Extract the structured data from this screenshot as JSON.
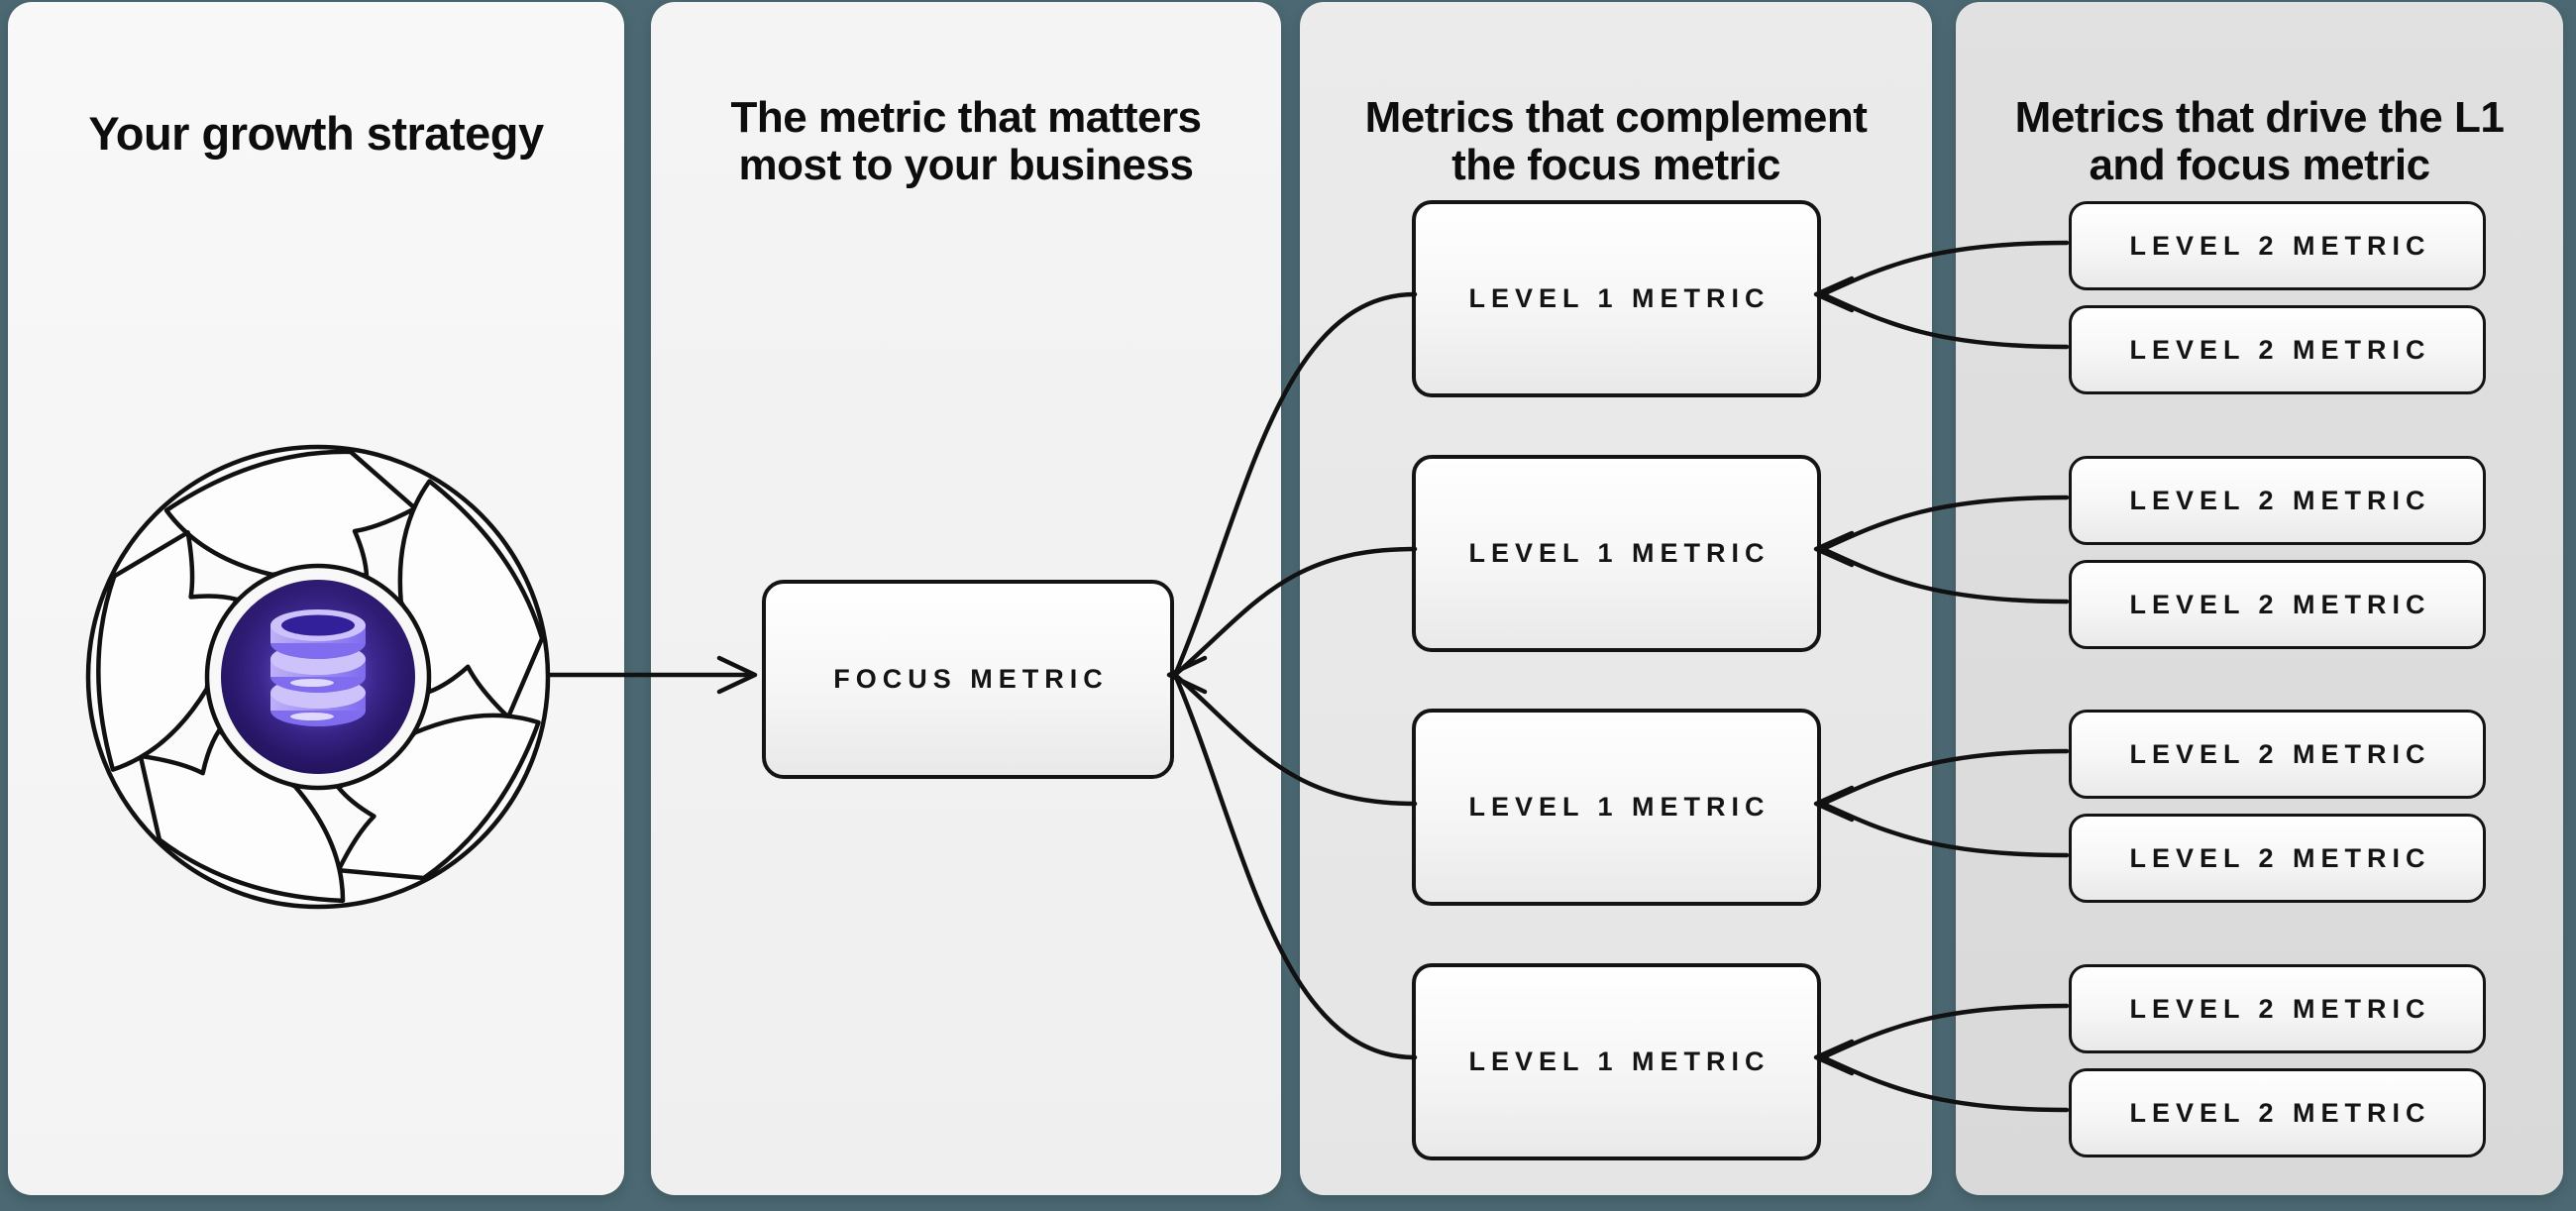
{
  "colors": {
    "background_teal": "#4c6973",
    "ink": "#141414",
    "panel1_bg": "#f6f6f6",
    "panel2_bg": "#f1f1f1",
    "panel3_bg": "#e8e8e8",
    "panel4_bg": "#dcdcdc",
    "disc_indigo": "#31209a",
    "database_purple": "#9c8af2"
  },
  "icons": {
    "flywheel": "flywheel-icon",
    "database": "database-icon",
    "arrow_right": "arrow-right-icon",
    "arrow_left": "arrow-left-icon"
  },
  "panels": [
    {
      "title_lines": [
        "Your growth strategy"
      ]
    },
    {
      "title_lines": [
        "The metric that matters",
        "most to your business"
      ],
      "box_label": "FOCUS METRIC"
    },
    {
      "title_lines": [
        "Metrics that complement",
        "the focus metric"
      ],
      "box_labels": [
        "LEVEL 1 METRIC",
        "LEVEL 1 METRIC",
        "LEVEL 1 METRIC",
        "LEVEL 1 METRIC"
      ]
    },
    {
      "title_lines": [
        "Metrics that drive the L1",
        "and focus metric"
      ],
      "box_labels": [
        "LEVEL 2 METRIC",
        "LEVEL 2 METRIC",
        "LEVEL 2 METRIC",
        "LEVEL 2 METRIC",
        "LEVEL 2 METRIC",
        "LEVEL 2 METRIC",
        "LEVEL 2 METRIC",
        "LEVEL 2 METRIC"
      ]
    }
  ]
}
